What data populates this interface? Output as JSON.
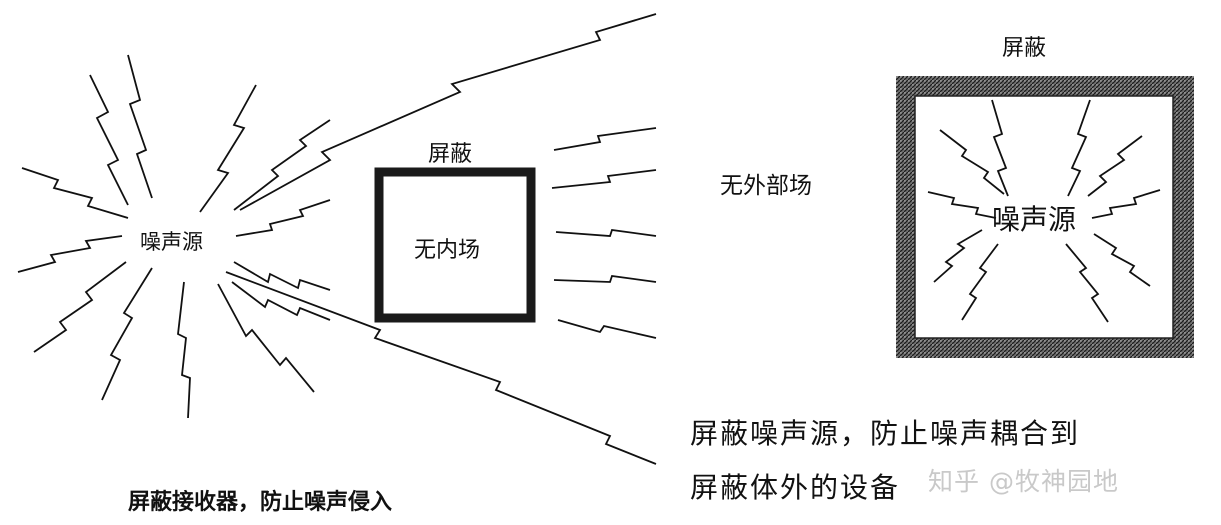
{
  "left_panel": {
    "noise_source_label": "噪声源",
    "shield_label": "屏蔽",
    "inside_label": "无内场",
    "caption": "屏蔽接收器，防止噪声侵入"
  },
  "right_panel": {
    "shield_label": "屏蔽",
    "outside_label": "无外部场",
    "noise_source_label": "噪声源",
    "caption_line1": "屏蔽噪声源，防止噪声耦合到",
    "caption_line2": "屏蔽体外的设备"
  },
  "watermark": "知乎 @牧神园地",
  "colors": {
    "ink": "#111111",
    "background": "#ffffff",
    "watermark": "#c9c9c9"
  }
}
